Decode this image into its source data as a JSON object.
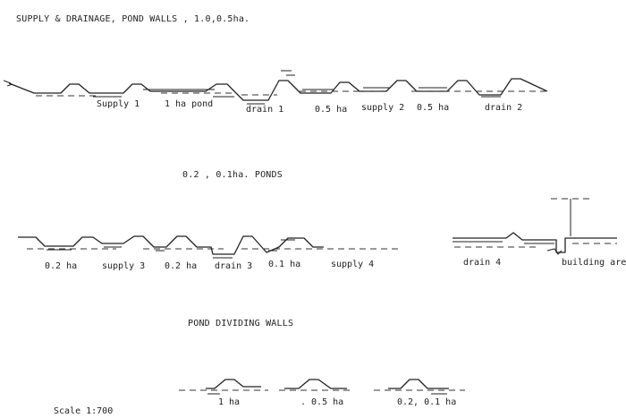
{
  "sections": {
    "supply_drainage": {
      "title": "SUPPLY & DRAINAGE, POND WALLS , 1.0,0.5ha.",
      "labels": [
        "Supply 1",
        "1 ha pond",
        "drain 1",
        "0.5 ha",
        "supply 2",
        "0.5 ha",
        "drain 2"
      ]
    },
    "small_ponds": {
      "title": "0.2 , 0.1ha. PONDS",
      "labels": [
        "0.2 ha",
        "supply 3",
        "0.2 ha",
        "drain 3",
        "0.1 ha",
        "supply 4"
      ]
    },
    "drain_building": {
      "labels": [
        "drain 4",
        "building are"
      ]
    },
    "dividing_walls": {
      "title": "POND DIVIDING WALLS",
      "labels": [
        "1 ha",
        ". 0.5 ha",
        "0.2, 0.1 ha"
      ]
    }
  },
  "scale": "Scale 1:700"
}
